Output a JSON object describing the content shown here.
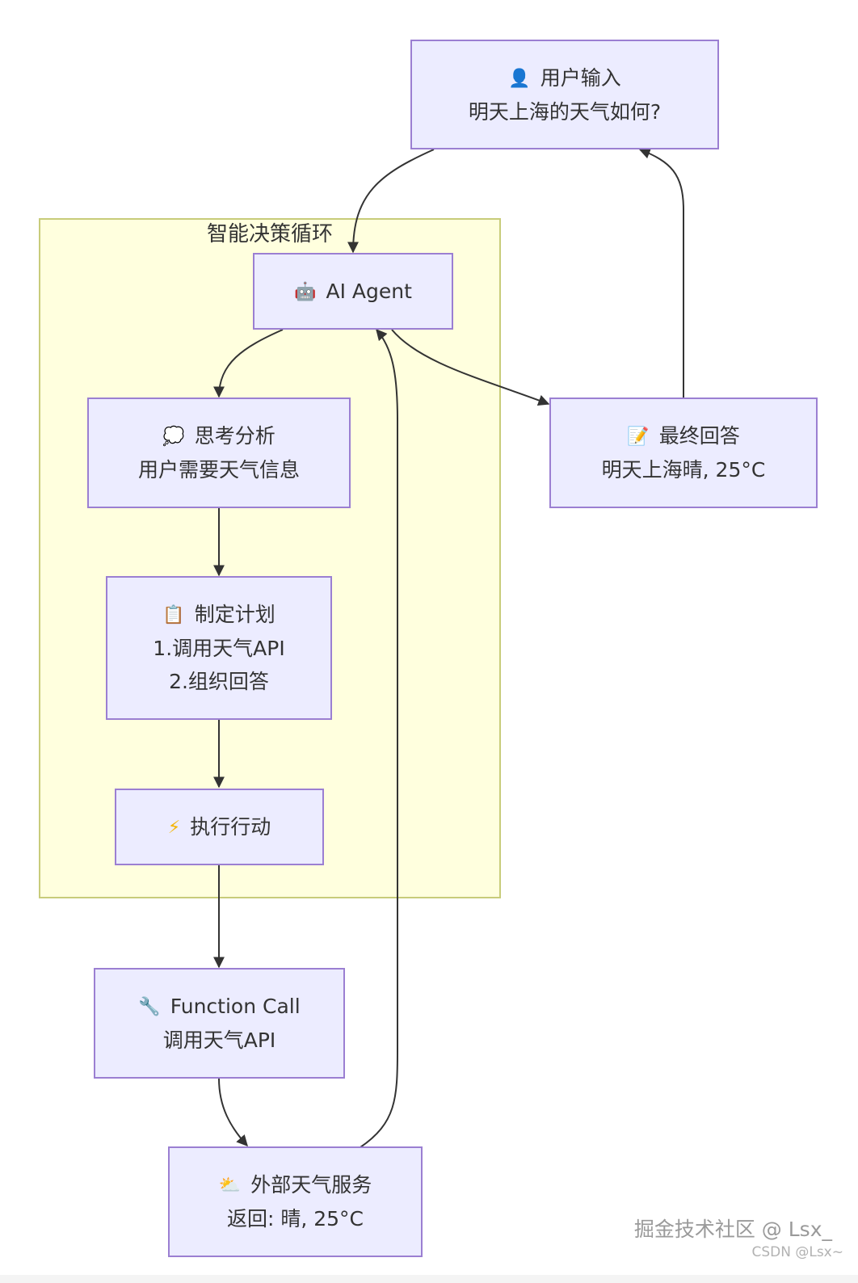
{
  "cluster": {
    "title": "智能决策循环"
  },
  "nodes": {
    "user_input": {
      "icon": "👤",
      "icon_name": "user-icon",
      "line1": "用户输入",
      "line2": "明天上海的天气如何?"
    },
    "ai_agent": {
      "icon": "🤖",
      "icon_name": "robot-icon",
      "line1": "AI Agent"
    },
    "think": {
      "icon": "💭",
      "icon_name": "thought-bubble-icon",
      "line1": "思考分析",
      "line2": "用户需要天气信息"
    },
    "plan": {
      "icon": "📋",
      "icon_name": "clipboard-icon",
      "line1": "制定计划",
      "line2": "1.调用天气API",
      "line3": "2.组织回答"
    },
    "execute": {
      "icon": "⚡",
      "icon_name": "lightning-icon",
      "line1": "执行行动"
    },
    "final_answer": {
      "icon": "📝",
      "icon_name": "memo-icon",
      "line1": "最终回答",
      "line2": "明天上海晴, 25°C"
    },
    "function_call": {
      "icon": "🔧",
      "icon_name": "wrench-icon",
      "line1": "Function Call",
      "line2": "调用天气API"
    },
    "weather_service": {
      "icon": "⛅",
      "icon_name": "sun-behind-cloud-icon",
      "line1": "外部天气服务",
      "line2": "返回: 晴, 25°C"
    }
  },
  "watermark": {
    "main": "掘金技术社区 @ Lsx_",
    "csdn": "CSDN @Lsx~"
  },
  "colors": {
    "node_fill": "#ececff",
    "node_border": "#9b7fd2",
    "cluster_fill": "#ffffde",
    "cluster_border": "#c8cc7a",
    "edge": "#333333"
  }
}
